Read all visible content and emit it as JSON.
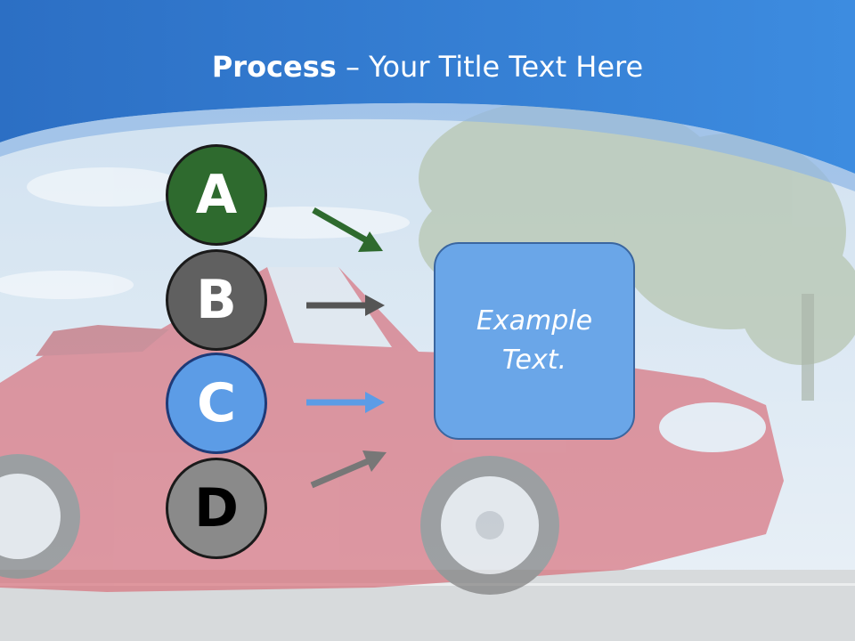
{
  "slide": {
    "title_bold": "Process",
    "title_rest": " – Your Title Text Here",
    "box_text": "Example Text."
  },
  "steps": [
    {
      "letter": "A",
      "color": "#2e6a2e",
      "arrow_color": "#2e6a2e"
    },
    {
      "letter": "B",
      "color": "#606060",
      "arrow_color": "#555555"
    },
    {
      "letter": "C",
      "color": "#5c9ce6",
      "arrow_color": "#5c9ce6"
    },
    {
      "letter": "D",
      "color": "#8a8a8a",
      "arrow_color": "#777777"
    }
  ],
  "colors": {
    "header_blue": "#2f73c8",
    "box_fill": "#6aa6e8",
    "box_border": "#3a66a0"
  }
}
